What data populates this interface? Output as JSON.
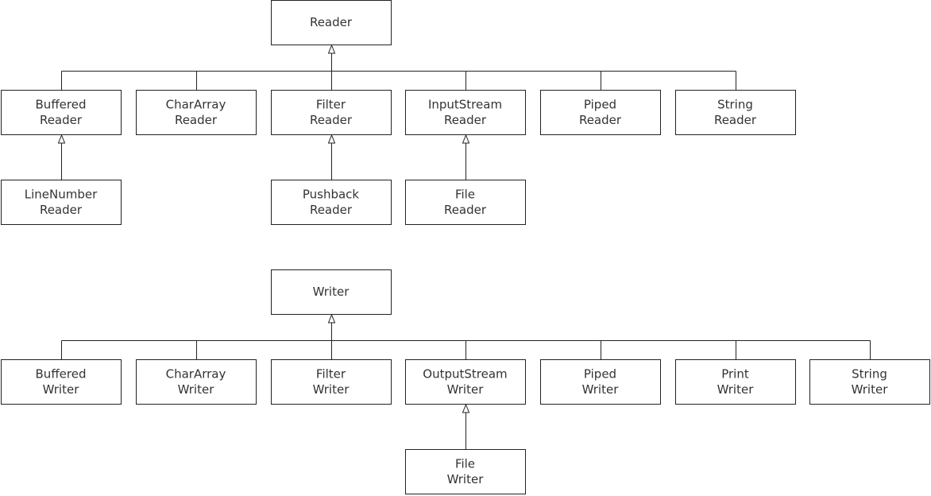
{
  "reader_hierarchy": {
    "root": {
      "id": "reader",
      "lines": [
        "Reader"
      ]
    },
    "children": [
      {
        "id": "buffered-reader",
        "lines": [
          "Buffered",
          "Reader"
        ]
      },
      {
        "id": "chararray-reader",
        "lines": [
          "CharArray",
          "Reader"
        ]
      },
      {
        "id": "filter-reader",
        "lines": [
          "Filter",
          "Reader"
        ]
      },
      {
        "id": "inputstream-reader",
        "lines": [
          "InputStream",
          "Reader"
        ]
      },
      {
        "id": "piped-reader",
        "lines": [
          "Piped",
          "Reader"
        ]
      },
      {
        "id": "string-reader",
        "lines": [
          "String",
          "Reader"
        ]
      }
    ],
    "grandchildren": [
      {
        "id": "linenumber-reader",
        "parent": "buffered-reader",
        "lines": [
          "LineNumber",
          "Reader"
        ]
      },
      {
        "id": "pushback-reader",
        "parent": "filter-reader",
        "lines": [
          "Pushback",
          "Reader"
        ]
      },
      {
        "id": "file-reader",
        "parent": "inputstream-reader",
        "lines": [
          "File",
          "Reader"
        ]
      }
    ]
  },
  "writer_hierarchy": {
    "root": {
      "id": "writer",
      "lines": [
        "Writer"
      ]
    },
    "children": [
      {
        "id": "buffered-writer",
        "lines": [
          "Buffered",
          "Writer"
        ]
      },
      {
        "id": "chararray-writer",
        "lines": [
          "CharArray",
          "Writer"
        ]
      },
      {
        "id": "filter-writer",
        "lines": [
          "Filter",
          "Writer"
        ]
      },
      {
        "id": "outputstream-writer",
        "lines": [
          "OutputStream",
          "Writer"
        ]
      },
      {
        "id": "piped-writer",
        "lines": [
          "Piped",
          "Writer"
        ]
      },
      {
        "id": "print-writer",
        "lines": [
          "Print",
          "Writer"
        ]
      },
      {
        "id": "string-writer",
        "lines": [
          "String",
          "Writer"
        ]
      }
    ],
    "grandchildren": [
      {
        "id": "file-writer",
        "parent": "outputstream-writer",
        "lines": [
          "File",
          "Writer"
        ]
      }
    ]
  }
}
